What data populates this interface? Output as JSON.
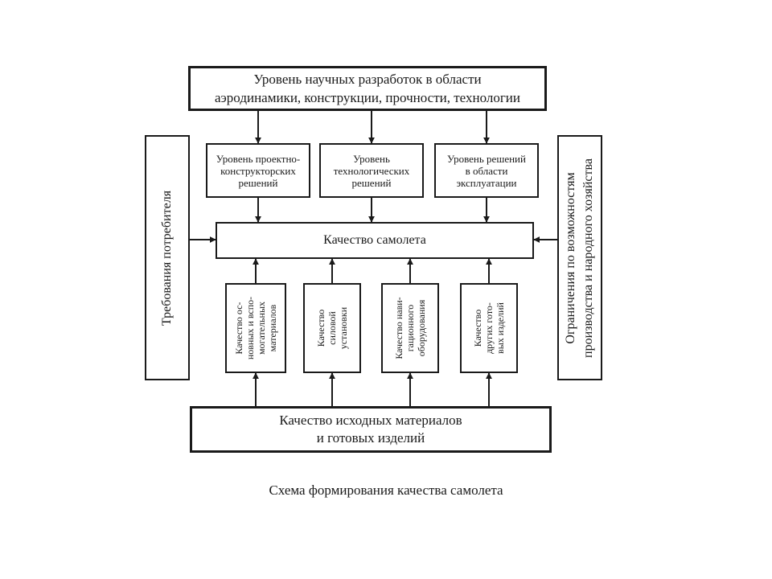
{
  "top": {
    "lines": [
      "Уровень научных разработок в области",
      "аэродинамики, конструкции, прочности, технологии"
    ]
  },
  "mid_boxes": [
    {
      "lines": [
        "Уровень проектно-",
        "конструкторских",
        "решений"
      ]
    },
    {
      "lines": [
        "Уровень",
        "технологических",
        "решений"
      ]
    },
    {
      "lines": [
        "Уровень решений",
        "в области",
        "эксплуатации"
      ]
    }
  ],
  "center": {
    "label": "Качество самолета"
  },
  "left_side": {
    "lines": [
      "Требования потребителя"
    ]
  },
  "right_side": {
    "lines": [
      "Ограничения по возможностям",
      "производства и народного хозяйства"
    ]
  },
  "vert_boxes": [
    {
      "lines": [
        "Качество ос-",
        "новных и вспо-",
        "могательных",
        "материалов"
      ]
    },
    {
      "lines": [
        "Качество",
        "силовой",
        "установки"
      ]
    },
    {
      "lines": [
        "Качество нави-",
        "гационного",
        "оборудования"
      ]
    },
    {
      "lines": [
        "Качество",
        "других гото-",
        "вых изделий"
      ]
    }
  ],
  "bottom": {
    "lines": [
      "Качество исходных материалов",
      "и готовых изделий"
    ]
  },
  "caption": "Схема формирования качества самолета"
}
